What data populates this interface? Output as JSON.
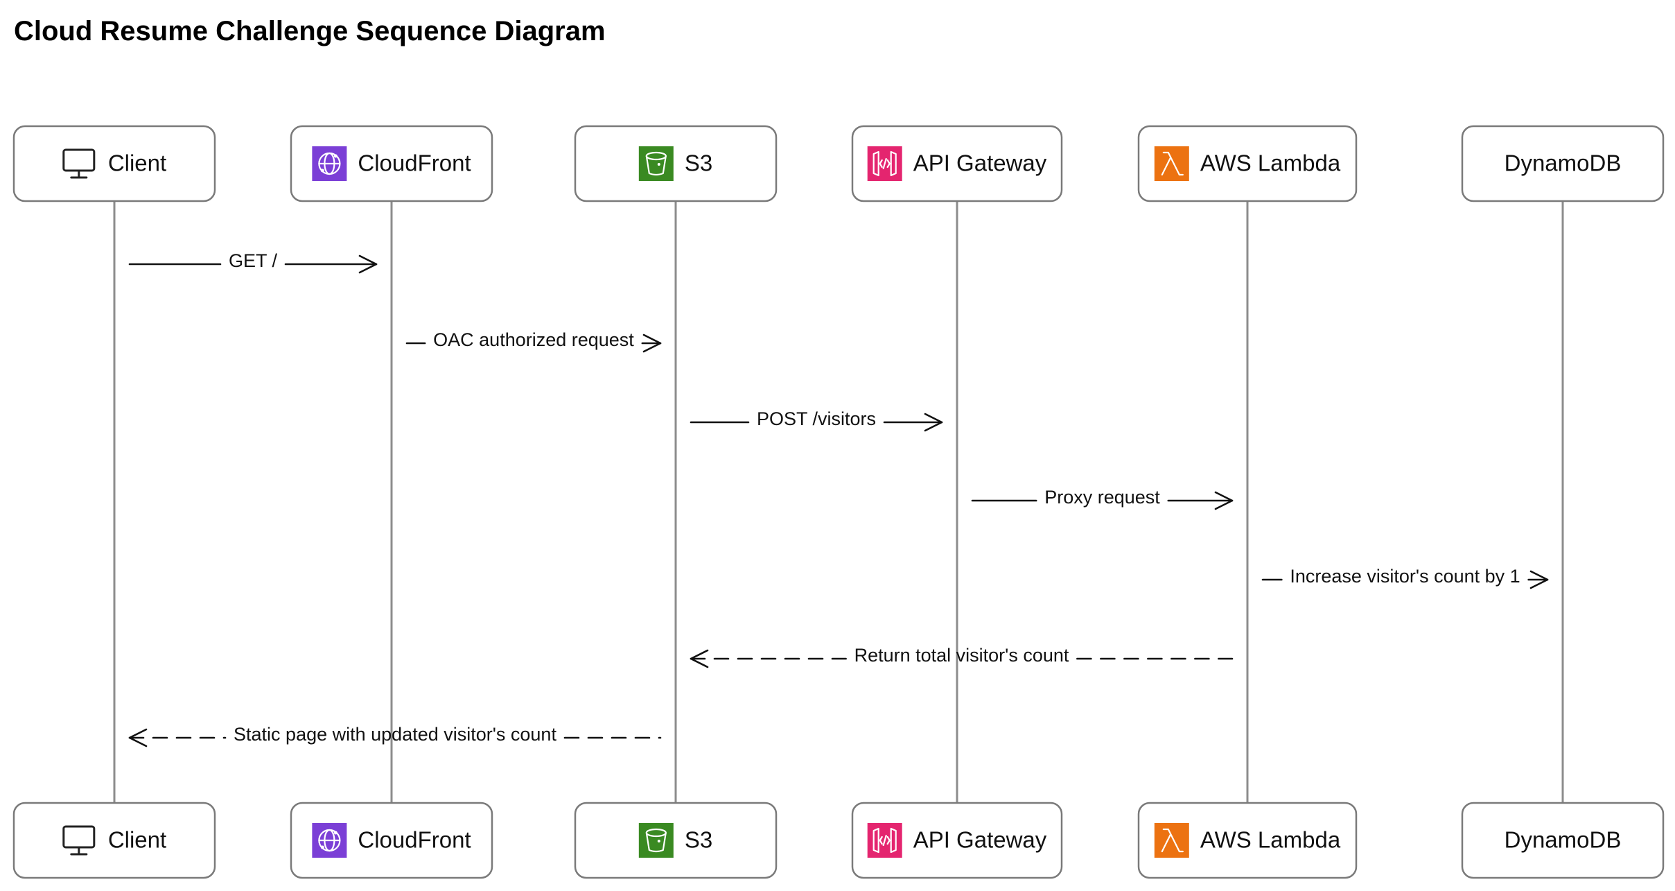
{
  "title": "Cloud Resume Challenge Sequence Diagram",
  "participants": [
    {
      "id": "client",
      "label": "Client",
      "icon": "monitor-icon"
    },
    {
      "id": "cloudfront",
      "label": "CloudFront",
      "icon": "cloudfront-icon",
      "color": "#7b3fd6"
    },
    {
      "id": "s3",
      "label": "S3",
      "icon": "s3-bucket-icon",
      "color": "#3a8a22"
    },
    {
      "id": "apigw",
      "label": "API Gateway",
      "icon": "api-gateway-icon",
      "color": "#e4256f"
    },
    {
      "id": "lambda",
      "label": "AWS Lambda",
      "icon": "lambda-icon",
      "color": "#ec7211"
    },
    {
      "id": "dynamodb",
      "label": "DynamoDB",
      "icon": ""
    }
  ],
  "messages": [
    {
      "from": "client",
      "to": "cloudfront",
      "label": "GET /",
      "style": "solid"
    },
    {
      "from": "cloudfront",
      "to": "s3",
      "label": "OAC authorized request",
      "style": "solid"
    },
    {
      "from": "s3",
      "to": "apigw",
      "label": "POST /visitors",
      "style": "solid"
    },
    {
      "from": "apigw",
      "to": "lambda",
      "label": "Proxy request",
      "style": "solid"
    },
    {
      "from": "lambda",
      "to": "dynamodb",
      "label": "Increase visitor's count by 1",
      "style": "solid"
    },
    {
      "from": "lambda",
      "to": "s3",
      "label": "Return total visitor's count",
      "style": "dashed"
    },
    {
      "from": "s3",
      "to": "client",
      "label": "Static page with updated visitor's count",
      "style": "dashed"
    }
  ]
}
